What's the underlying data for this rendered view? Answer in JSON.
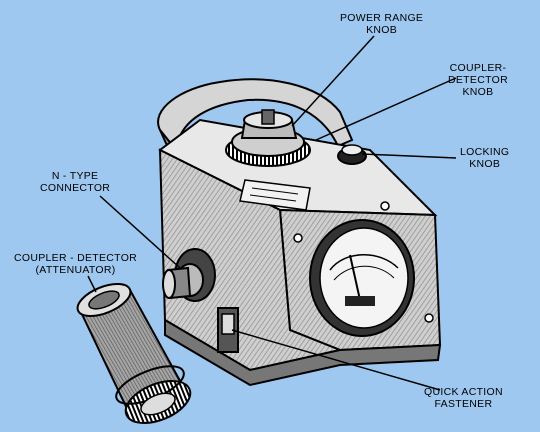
{
  "labels": {
    "power_range_knob": [
      "POWER RANGE",
      "KNOB"
    ],
    "coupler_detector_knob": [
      "COUPLER-",
      "DETECTOR",
      "KNOB"
    ],
    "locking_knob": [
      "LOCKING",
      "KNOB"
    ],
    "n_type_connector": [
      "N - TYPE",
      "CONNECTOR"
    ],
    "coupler_detector_attenuator": [
      "COUPLER - DETECTOR",
      "(ATTENUATOR)"
    ],
    "quick_action_fastener": [
      "QUICK ACTION",
      "FASTENER"
    ]
  },
  "colors": {
    "background": "#9fc8f0",
    "ink": "#000000",
    "body_light": "#d8d8d8",
    "body_dark": "#8a8a8a",
    "meter_face": "#f4f4f4"
  }
}
